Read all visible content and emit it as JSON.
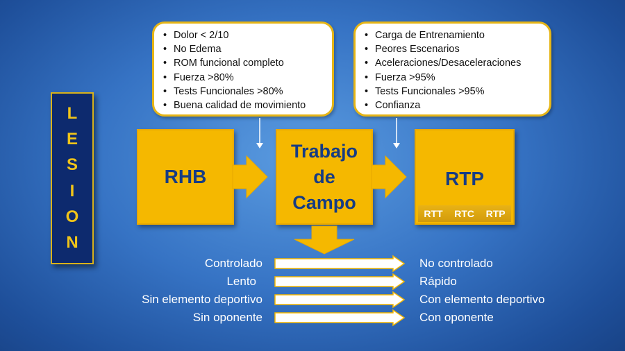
{
  "side_label": {
    "letters": [
      "L",
      "E",
      "S",
      "I",
      "O",
      "N"
    ]
  },
  "stages": {
    "rhb": {
      "label": "RHB"
    },
    "trabajo": {
      "line1": "Trabajo",
      "line2": "de",
      "line3": "Campo"
    },
    "rtp": {
      "label": "RTP",
      "sub": [
        "RTT",
        "RTC",
        "RTP"
      ]
    }
  },
  "criteria_left": {
    "items": [
      "Dolor < 2/10",
      "No Edema",
      "ROM funcional completo",
      "Fuerza >80%",
      "Tests Funcionales >80%",
      "Buena calidad de movimiento"
    ]
  },
  "criteria_right": {
    "items": [
      "Carga de Entrenamiento",
      "Peores Escenarios",
      "Aceleraciones/Desaceleraciones",
      "Fuerza >95%",
      "Tests Funcionales >95%",
      "Confianza"
    ]
  },
  "progressions": [
    {
      "from": "Controlado",
      "to": "No controlado"
    },
    {
      "from": "Lento",
      "to": "Rápido"
    },
    {
      "from": "Sin elemento deportivo",
      "to": "Con elemento deportivo"
    },
    {
      "from": "Sin oponente",
      "to": "Con oponente"
    }
  ],
  "colors": {
    "box_fill": "#f5b800",
    "box_text": "#163c84",
    "side_label_bg": "#0d2a6e",
    "side_label_text": "#f0c419",
    "arrow_fill": "#f5b800",
    "progression_arrow_fill": "#ffffff",
    "progression_arrow_stroke": "#f5b800"
  }
}
